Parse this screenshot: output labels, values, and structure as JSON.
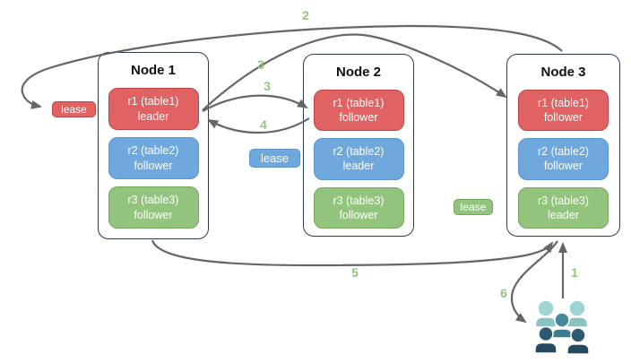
{
  "nodes": [
    {
      "title": "Node 1",
      "replicas": [
        {
          "label": "r1 (table1)",
          "role": "leader",
          "color": "#e06262"
        },
        {
          "label": "r2 (table2)",
          "role": "follower",
          "color": "#6fa8dc"
        },
        {
          "label": "r3 (table3)",
          "role": "follower",
          "color": "#93c47d"
        }
      ]
    },
    {
      "title": "Node 2",
      "replicas": [
        {
          "label": "r1 (table1)",
          "role": "follower",
          "color": "#e06262"
        },
        {
          "label": "r2 (table2)",
          "role": "leader",
          "color": "#6fa8dc"
        },
        {
          "label": "r3 (table3)",
          "role": "follower",
          "color": "#93c47d"
        }
      ]
    },
    {
      "title": "Node 3",
      "replicas": [
        {
          "label": "r1 (table1)",
          "role": "follower",
          "color": "#e06262"
        },
        {
          "label": "r2 (table2)",
          "role": "follower",
          "color": "#6fa8dc"
        },
        {
          "label": "r3 (table3)",
          "role": "leader",
          "color": "#93c47d"
        }
      ]
    }
  ],
  "leases": [
    {
      "label": "lease",
      "color": "#e06262"
    },
    {
      "label": "lease",
      "color": "#6fa8dc"
    },
    {
      "label": "lease",
      "color": "#93c47d"
    }
  ],
  "steps": {
    "s1": "1",
    "s2": "2",
    "s3a": "3",
    "s3b": "3",
    "s4": "4",
    "s5": "5",
    "s6": "6"
  },
  "icons": {
    "clients": "people-group-icon"
  },
  "colors": {
    "replica_red": "#e06262",
    "replica_blue": "#6fa8dc",
    "replica_green": "#93c47d",
    "node_border": "#2b3a55",
    "arrow": "#666666",
    "step_label": "#93c47d",
    "people_light": "#9fd4d6",
    "people_mid": "#41828f",
    "people_dark": "#2a5062"
  }
}
